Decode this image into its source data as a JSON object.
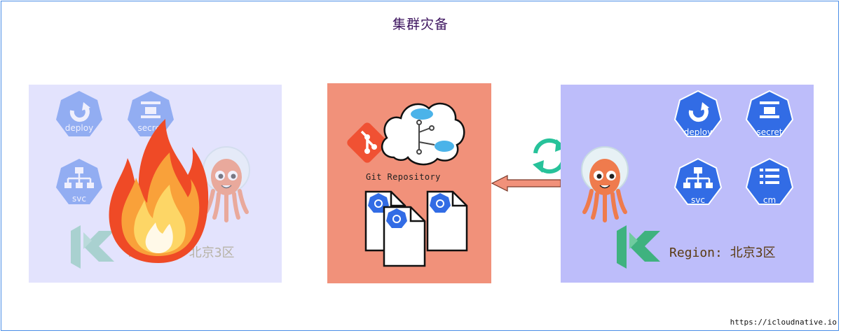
{
  "title": "集群灾备",
  "left_cluster": {
    "icons": [
      "deploy",
      "secret",
      "svc"
    ],
    "region_label": "Region: 北京3区",
    "state": "on-fire"
  },
  "right_cluster": {
    "icons": [
      "deploy",
      "secret",
      "svc",
      "cm"
    ],
    "region_label": "Region: 北京3区"
  },
  "git": {
    "label": "Git Repository"
  },
  "footer": "https://icloudnative.io",
  "colors": {
    "left_bg": "#e3e3fd",
    "right_bg": "#bdbdfa",
    "center_bg": "#f1917a",
    "k8s_blue": "#326ce5",
    "sync_green": "#27c29a",
    "title": "#3d145f"
  }
}
